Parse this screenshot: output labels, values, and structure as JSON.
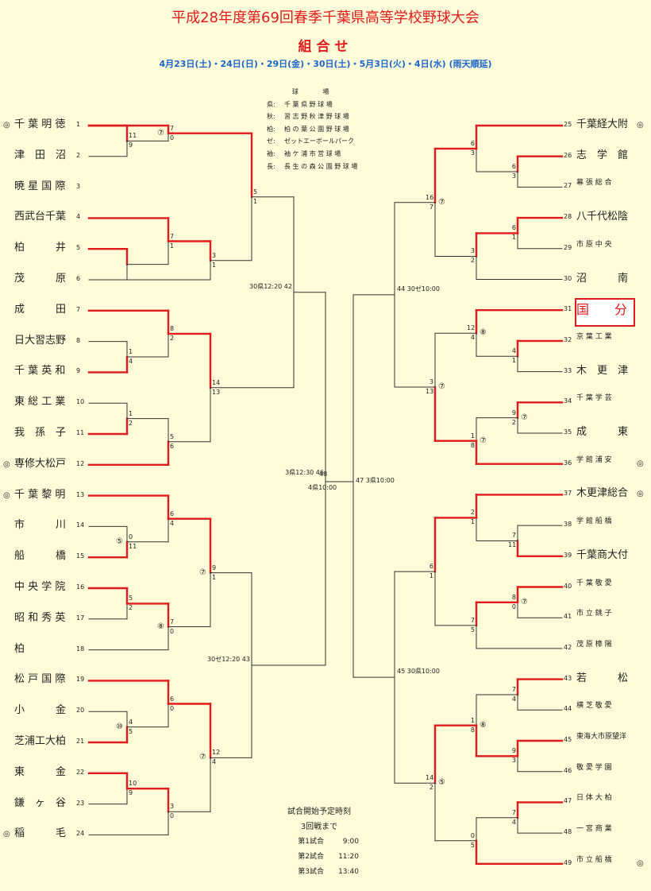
{
  "header": {
    "title": "平成28年度第69回春季千葉県高等学校野球大会",
    "subtitle": "組合せ",
    "dates": "4月23日(土)・24日(日)・29日(金)・30日(土)・5月3日(火)・4日(水) (雨天順延)"
  },
  "venues": {
    "heading": "球 場",
    "items": [
      {
        "key": "県:",
        "name": "千 葉 県 野 球 場"
      },
      {
        "key": "秋:",
        "name": "習 志 野 秋 津 野 球 場"
      },
      {
        "key": "柏:",
        "name": "柏 の 葉 公 園 野 球 場"
      },
      {
        "key": "ゼ:",
        "name": "ゼットエーボールパーク"
      },
      {
        "key": "袖:",
        "name": "袖 ケ 浦 市 営 球 場"
      },
      {
        "key": "長:",
        "name": "長 生 の 森 公 園 野 球 場"
      }
    ]
  },
  "colors": {
    "win": "#e01b1b",
    "lose": "#333333",
    "background": "#fffcd9",
    "accent_blue": "#1a66c8"
  },
  "seed_mark": "◎",
  "left_teams": [
    {
      "num": "1",
      "name": "千 葉 明 徳",
      "seed": true
    },
    {
      "num": "2",
      "name": "津　田　沼",
      "seed": false
    },
    {
      "num": "3",
      "name": "暁 星 国 際",
      "seed": false
    },
    {
      "num": "4",
      "name": "西武台千葉",
      "seed": false
    },
    {
      "num": "5",
      "name": "柏　　　井",
      "seed": false
    },
    {
      "num": "6",
      "name": "茂　　　原",
      "seed": false
    },
    {
      "num": "7",
      "name": "成　　　田",
      "seed": false
    },
    {
      "num": "8",
      "name": "日大習志野",
      "seed": false
    },
    {
      "num": "9",
      "name": "千 葉 英 和",
      "seed": false
    },
    {
      "num": "10",
      "name": "東 総 工 業",
      "seed": false
    },
    {
      "num": "11",
      "name": "我　孫　子",
      "seed": false
    },
    {
      "num": "12",
      "name": "専修大松戸",
      "seed": true
    },
    {
      "num": "13",
      "name": "千 葉 黎 明",
      "seed": true
    },
    {
      "num": "14",
      "name": "市　　　川",
      "seed": false
    },
    {
      "num": "15",
      "name": "船　　　橋",
      "seed": false
    },
    {
      "num": "16",
      "name": "中 央 学 院",
      "seed": false
    },
    {
      "num": "17",
      "name": "昭 和 秀 英",
      "seed": false
    },
    {
      "num": "18",
      "name": "柏",
      "seed": false
    },
    {
      "num": "19",
      "name": "松 戸 国 際",
      "seed": false
    },
    {
      "num": "20",
      "name": "小　　　金",
      "seed": false
    },
    {
      "num": "21",
      "name": "芝浦工大柏",
      "seed": false
    },
    {
      "num": "22",
      "name": "東　　　金",
      "seed": false
    },
    {
      "num": "23",
      "name": "鎌　ヶ　谷",
      "seed": false
    },
    {
      "num": "24",
      "name": "稲　　　毛",
      "seed": true
    }
  ],
  "right_teams": [
    {
      "num": "25",
      "name": "千葉経大附",
      "seed": true
    },
    {
      "num": "26",
      "name": "志　学　館",
      "seed": false
    },
    {
      "num": "27",
      "name": "幕 張 総 合",
      "seed": false
    },
    {
      "num": "28",
      "name": "八千代松陰",
      "seed": false
    },
    {
      "num": "29",
      "name": "市 原 中 央",
      "seed": false
    },
    {
      "num": "30",
      "name": "沼　　　南",
      "seed": false
    },
    {
      "num": "31",
      "name": "国　　分",
      "seed": false
    },
    {
      "num": "32",
      "name": "京 葉 工 業",
      "seed": false
    },
    {
      "num": "33",
      "name": "木　更　津",
      "seed": false
    },
    {
      "num": "34",
      "name": "千 葉 学 芸",
      "seed": false
    },
    {
      "num": "35",
      "name": "成　　　東",
      "seed": false
    },
    {
      "num": "36",
      "name": "学 館 浦 安",
      "seed": true
    },
    {
      "num": "37",
      "name": "木更津総合",
      "seed": true
    },
    {
      "num": "38",
      "name": "学 館 船 橋",
      "seed": false
    },
    {
      "num": "39",
      "name": "千葉商大付",
      "seed": false
    },
    {
      "num": "40",
      "name": "千 葉 敬 愛",
      "seed": false
    },
    {
      "num": "41",
      "name": "市 立 銚 子",
      "seed": false
    },
    {
      "num": "42",
      "name": "茂 原 樟 陽",
      "seed": false
    },
    {
      "num": "43",
      "name": "若　　　松",
      "seed": false
    },
    {
      "num": "44",
      "name": "横 芝 敬 愛",
      "seed": false
    },
    {
      "num": "45",
      "name": "東海大市原望洋",
      "seed": false
    },
    {
      "num": "46",
      "name": "敬 愛 学 園",
      "seed": false
    },
    {
      "num": "47",
      "name": "日 体 大 柏",
      "seed": false
    },
    {
      "num": "48",
      "name": "一 宮 商 業",
      "seed": false
    },
    {
      "num": "49",
      "name": "市 立 船 橋",
      "seed": true
    }
  ],
  "bracket": {
    "left": [
      {
        "id": "L1",
        "a": 0,
        "b": 1,
        "sa": "11",
        "sb": "9",
        "winner": "a"
      },
      {
        "id": "L2",
        "a": 4,
        "b": 5,
        "sa": "",
        "sb": "",
        "winner": "a"
      },
      {
        "id": "L3",
        "a": 9,
        "b": 10,
        "sa": "1",
        "sb": "2",
        "winner": "b"
      },
      {
        "id": "L4",
        "a": 13,
        "b": 14,
        "sa": "0",
        "sb": "11",
        "winner": "b",
        "mark": "⑤"
      },
      {
        "id": "L5",
        "a": 19,
        "b": 20,
        "sa": "4",
        "sb": "5",
        "winner": "b",
        "mark": "⑩"
      },
      {
        "id": "L6",
        "a": 21,
        "b": 22,
        "sa": "10",
        "sb": "9",
        "winner": "a"
      },
      {
        "id": "L7",
        "a": 3,
        "b": "L2",
        "sa": "7",
        "sb": "1",
        "winner": "a"
      },
      {
        "id": "L8",
        "a": 7,
        "b": 8,
        "sa": "1",
        "sb": "4",
        "winner": "b"
      },
      {
        "id": "L9",
        "a": 15,
        "b": 16,
        "sa": "5",
        "sb": "2",
        "winner": "a"
      },
      {
        "id": "L10",
        "a": 0,
        "b": "L1",
        "sa": "7",
        "sb": "0",
        "winner": "a",
        "mark": "⑦"
      },
      {
        "id": "L11",
        "a": "L7",
        "b": 5,
        "sa": "3",
        "sb": "1",
        "winner": "a"
      },
      {
        "id": "L12",
        "a": 6,
        "b": "L8",
        "sa": "8",
        "sb": "2",
        "winner": "a"
      },
      {
        "id": "L13",
        "a": "L3",
        "b": 11,
        "sa": "5",
        "sb": "6",
        "winner": "b"
      },
      {
        "id": "L14",
        "a": 12,
        "b": "L4",
        "sa": "6",
        "sb": "4",
        "winner": "a"
      },
      {
        "id": "L15",
        "a": "L9",
        "b": 17,
        "sa": "7",
        "sb": "0",
        "winner": "a",
        "mark": "⑧"
      },
      {
        "id": "L16",
        "a": 18,
        "b": "L5",
        "sa": "6",
        "sb": "0",
        "winner": "a"
      },
      {
        "id": "L17",
        "a": "L6",
        "b": 23,
        "sa": "3",
        "sb": "0",
        "winner": "a"
      },
      {
        "id": "L18",
        "a": "L10",
        "b": "L11",
        "sa": "5",
        "sb": "1",
        "winner": "a"
      },
      {
        "id": "L19",
        "a": "L12",
        "b": "L13",
        "sa": "14",
        "sb": "13",
        "winner": "a"
      },
      {
        "id": "L20",
        "a": "L14",
        "b": "L15",
        "sa": "9",
        "sb": "1",
        "winner": "a",
        "mark": "⑦"
      },
      {
        "id": "L21",
        "a": "L16",
        "b": "L17",
        "sa": "12",
        "sb": "4",
        "winner": "a",
        "mark": "⑦"
      },
      {
        "id": "L22",
        "a": "L18",
        "b": "L19",
        "sa": "",
        "sb": "",
        "winner": null
      },
      {
        "id": "L23",
        "a": "L20",
        "b": "L21",
        "sa": "",
        "sb": "",
        "winner": null
      },
      {
        "id": "L24",
        "a": "L22",
        "b": "L23",
        "sa": "",
        "sb": "",
        "winner": null
      }
    ],
    "right": [
      {
        "id": "R1",
        "a": 1,
        "b": 2,
        "sa": "6",
        "sb": "3",
        "winner": "a"
      },
      {
        "id": "R2",
        "a": 3,
        "b": 4,
        "sa": "6",
        "sb": "1",
        "winner": "a"
      },
      {
        "id": "R3",
        "a": 7,
        "b": 8,
        "sa": "4",
        "sb": "1",
        "winner": "a"
      },
      {
        "id": "R4",
        "a": 9,
        "b": 10,
        "sa": "9",
        "sb": "2",
        "winner": "a",
        "mark": "⑦"
      },
      {
        "id": "R5",
        "a": 13,
        "b": 14,
        "sa": "7",
        "sb": "11",
        "winner": "b"
      },
      {
        "id": "R6",
        "a": 15,
        "b": 16,
        "sa": "8",
        "sb": "0",
        "winner": "a",
        "mark": "⑦"
      },
      {
        "id": "R7",
        "a": 18,
        "b": 19,
        "sa": "7",
        "sb": "4",
        "winner": "a"
      },
      {
        "id": "R8",
        "a": 20,
        "b": 21,
        "sa": "9",
        "sb": "3",
        "winner": "a"
      },
      {
        "id": "R9",
        "a": 22,
        "b": 23,
        "sa": "7",
        "sb": "4",
        "winner": "a"
      },
      {
        "id": "R10",
        "a": 0,
        "b": "R1",
        "sa": "6",
        "sb": "3",
        "winner": "a"
      },
      {
        "id": "R11",
        "a": "R2",
        "b": 5,
        "sa": "3",
        "sb": "2",
        "winner": "a"
      },
      {
        "id": "R12",
        "a": 6,
        "b": "R3",
        "sa": "12",
        "sb": "4",
        "winner": "a",
        "mark": "⑧"
      },
      {
        "id": "R13",
        "a": "R4",
        "b": 11,
        "sa": "1",
        "sb": "8",
        "winner": "b",
        "mark": "⑦"
      },
      {
        "id": "R14",
        "a": 12,
        "b": "R5",
        "sa": "2",
        "sb": "1",
        "winner": "a"
      },
      {
        "id": "R15",
        "a": "R6",
        "b": 17,
        "sa": "7",
        "sb": "5",
        "winner": "a"
      },
      {
        "id": "R16",
        "a": "R7",
        "b": "R8",
        "sa": "1",
        "sb": "8",
        "winner": "b",
        "mark": "⑧"
      },
      {
        "id": "R17",
        "a": "R9",
        "b": 24,
        "sa": "0",
        "sb": "5",
        "winner": "b"
      },
      {
        "id": "R18",
        "a": "R10",
        "b": "R11",
        "sa": "16",
        "sb": "7",
        "winner": "a",
        "mark": "⑦"
      },
      {
        "id": "R19",
        "a": "R12",
        "b": "R13",
        "sa": "3",
        "sb": "13",
        "winner": "b",
        "mark": "⑦"
      },
      {
        "id": "R20",
        "a": "R14",
        "b": "R15",
        "sa": "6",
        "sb": "1",
        "winner": "a"
      },
      {
        "id": "R21",
        "a": "R16",
        "b": "R17",
        "sa": "14",
        "sb": "2",
        "winner": "a",
        "mark": "⑤"
      },
      {
        "id": "R22",
        "a": "R18",
        "b": "R19",
        "sa": "",
        "sb": "",
        "winner": null
      },
      {
        "id": "R23",
        "a": "R20",
        "b": "R21",
        "sa": "",
        "sb": "",
        "winner": null
      },
      {
        "id": "R24",
        "a": "R22",
        "b": "R23",
        "sa": "",
        "sb": "",
        "winner": null
      }
    ]
  },
  "game_labels": {
    "L22": "30県12:20 42",
    "L23": "30ゼ12:20 43",
    "L24": "3県12:30 46",
    "R22": "44 30ゼ10:00",
    "R23": "45 30県10:00",
    "R24": "47 3県10:00",
    "final_no": "48",
    "final_time": "4県10:00"
  },
  "schedule": {
    "heading": "試合開始予定時刻",
    "sub": "3回戦まで",
    "items": [
      {
        "label": "第1試合",
        "time": "9:00"
      },
      {
        "label": "第2試合",
        "time": "11:20"
      },
      {
        "label": "第3試合",
        "time": "13:40"
      }
    ]
  }
}
